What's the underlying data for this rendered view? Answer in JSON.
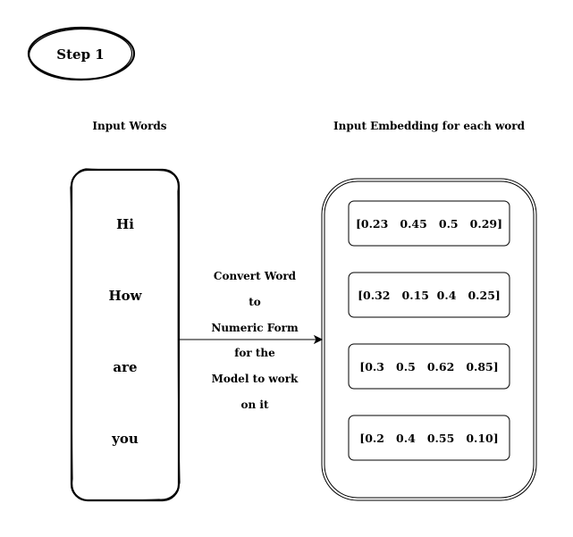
{
  "step": {
    "label": "Step 1"
  },
  "headings": {
    "input_words": "Input Words",
    "embeddings": "Input Embedding for each word"
  },
  "words": [
    "Hi",
    "How",
    "are",
    "you"
  ],
  "conversion_note": [
    "Convert Word",
    "to",
    "Numeric Form",
    "for the",
    "Model to work",
    "on it"
  ],
  "embeddings": [
    "[0.23   0.45   0.5   0.29]",
    "[0.32   0.15  0.4   0.25]",
    "[0.3   0.5   0.62   0.85]",
    "[0.2   0.4   0.55   0.10]"
  ]
}
